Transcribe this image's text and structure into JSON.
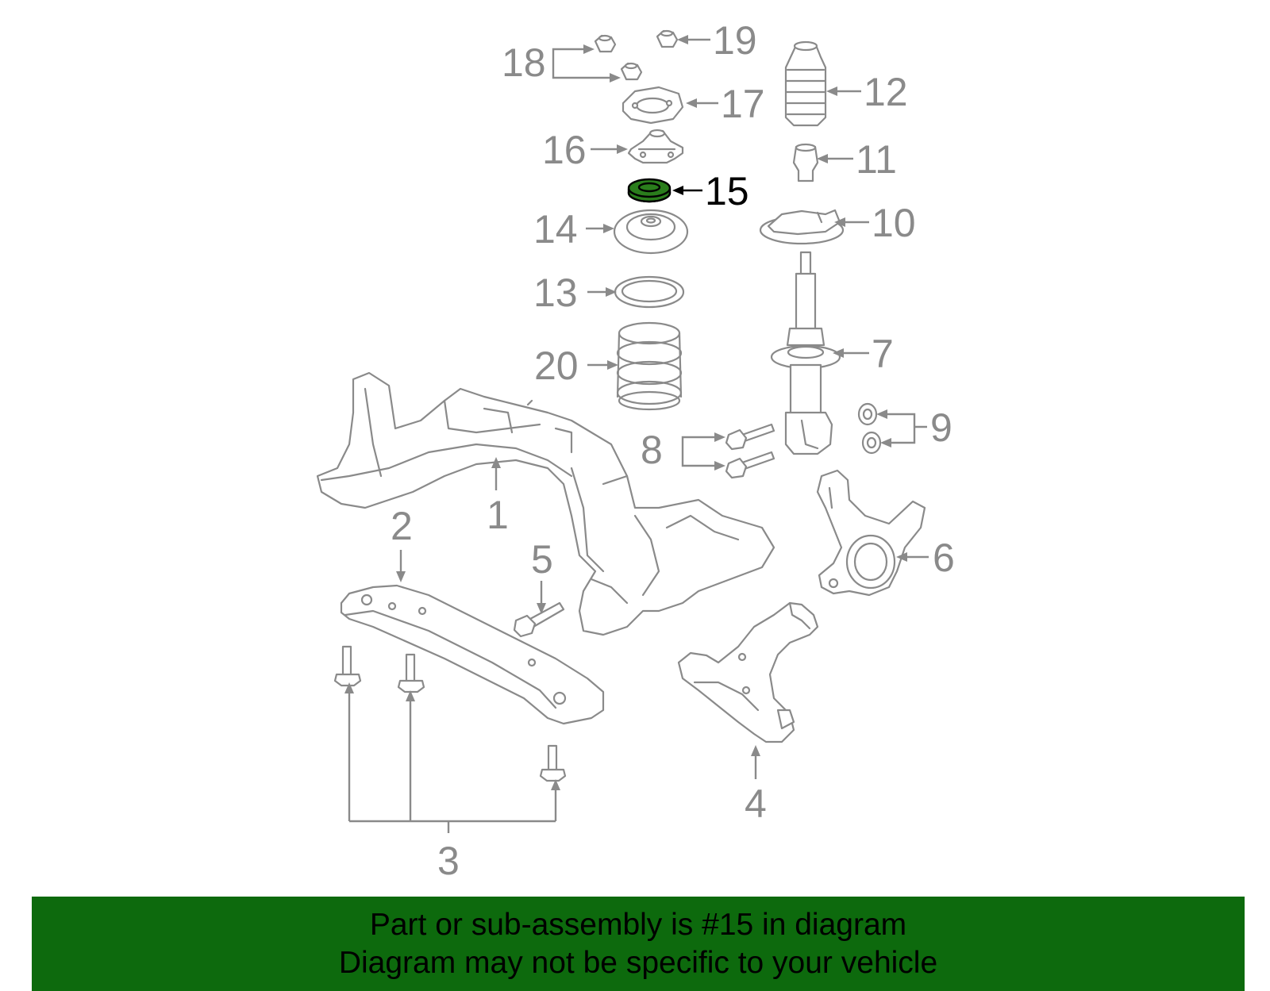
{
  "diagram": {
    "highlighted_part": "15",
    "highlight_color": "#2a7d1c",
    "callouts": {
      "c1": "1",
      "c2": "2",
      "c3": "3",
      "c4": "4",
      "c5": "5",
      "c6": "6",
      "c7": "7",
      "c8": "8",
      "c9": "9",
      "c10": "10",
      "c11": "11",
      "c12": "12",
      "c13": "13",
      "c14": "14",
      "c15": "15",
      "c16": "16",
      "c17": "17",
      "c18": "18",
      "c19": "19",
      "c20": "20"
    }
  },
  "footer": {
    "line1": "Part or sub-assembly is #15 in diagram",
    "line2": "Diagram may not be specific to your vehicle",
    "background": "#0d6a0d"
  }
}
